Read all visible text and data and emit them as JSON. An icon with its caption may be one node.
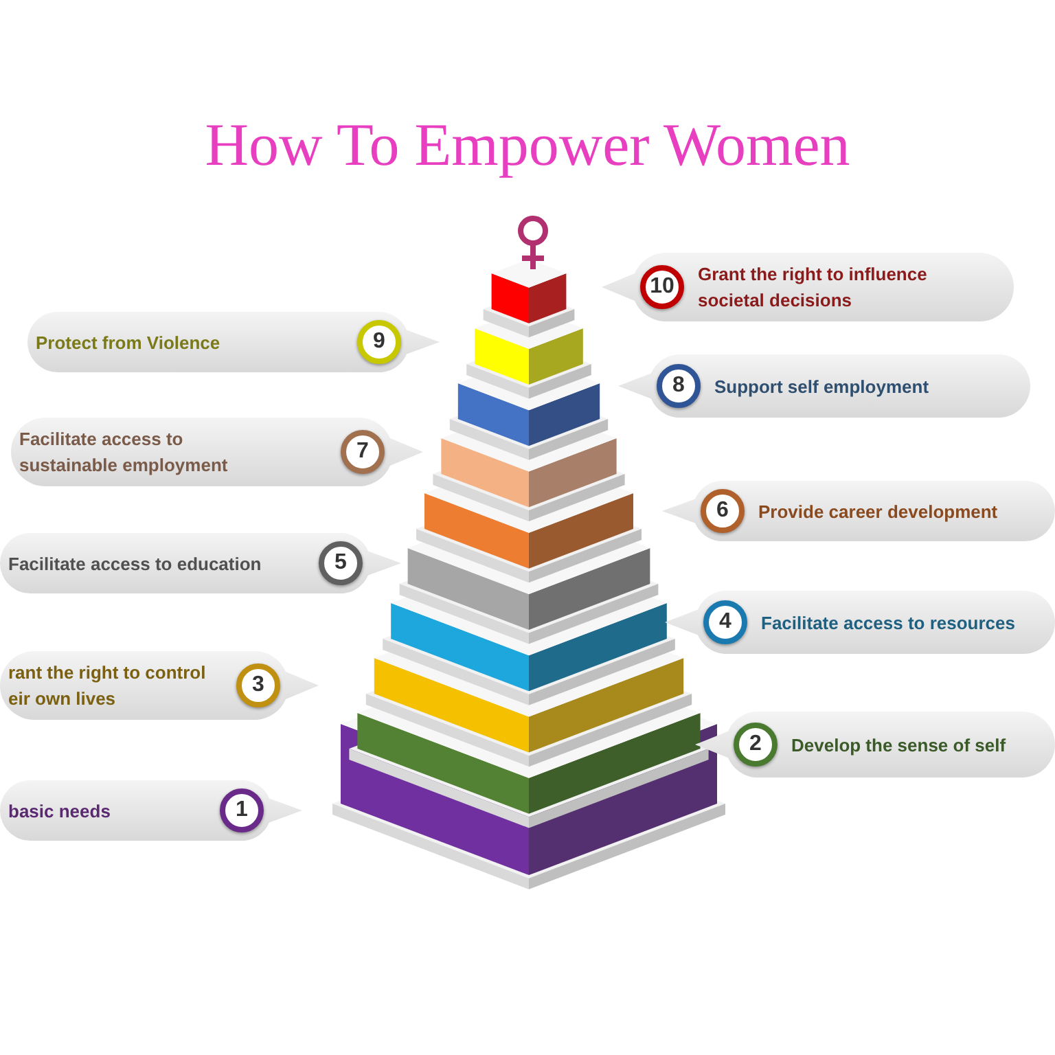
{
  "diagram": {
    "title": "How To Empower Women",
    "nodes": [
      {
        "text": [
          "10",
          "Grant the right to influence societal decisions"
        ]
      },
      {
        "text": [
          "Protect from Violence",
          "9"
        ]
      },
      {
        "text": [
          "8",
          "Support self employment"
        ]
      },
      {
        "text": [
          "Facilitate access to sustainable employment",
          "7"
        ]
      },
      {
        "text": [
          "6",
          "Provide career development"
        ]
      },
      {
        "text": [
          "Facilitate access to education",
          "5"
        ]
      },
      {
        "text": [
          "4",
          "Facilitate access to resources"
        ]
      },
      {
        "text": [
          "rant the right to control eir own lives",
          "3"
        ]
      },
      {
        "text": [
          "2",
          "Develop the sense of self"
        ]
      },
      {
        "text": [
          "basic needs",
          "1"
        ]
      }
    ]
  }
}
